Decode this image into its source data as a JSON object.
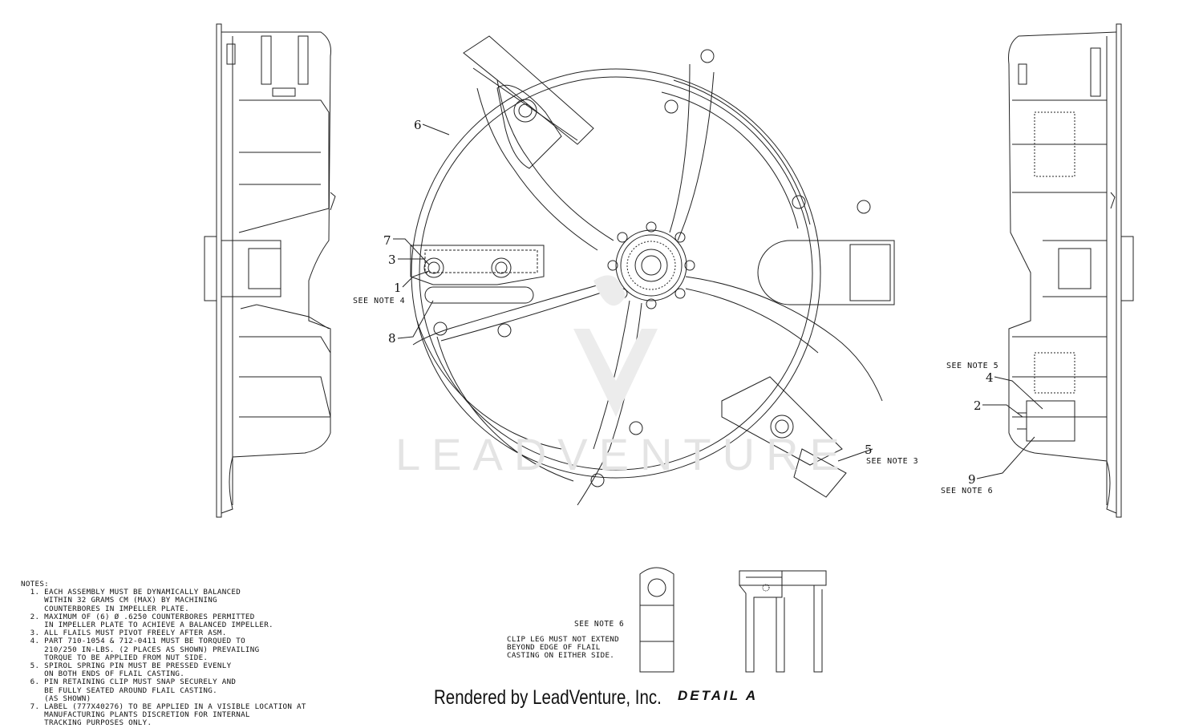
{
  "callouts": {
    "c1": "1",
    "c2": "2",
    "c3": "3",
    "c4": "4",
    "c5": "5",
    "c6": "6",
    "c7": "7",
    "c8": "8",
    "c9": "9"
  },
  "note_refs": {
    "note4": "SEE NOTE 4",
    "note3": "SEE NOTE 3",
    "note5": "SEE NOTE 5",
    "note6": "SEE NOTE 6",
    "note6_detail": "SEE NOTE 6"
  },
  "watermark": "LEADVENTURE",
  "notes": {
    "heading": "NOTES:",
    "items": [
      "  1. EACH ASSEMBLY MUST BE DYNAMICALLY BALANCED\n     WITHIN 32 GRAMS CM (MAX) BY MACHINING\n     COUNTERBORES IN IMPELLER PLATE.",
      "  2. MAXIMUM OF (6) Ø .6250 COUNTERBORES PERMITTED\n     IN IMPELLER PLATE TO ACHIEVE A BALANCED IMPELLER.",
      "  3. ALL FLAILS MUST PIVOT FREELY AFTER ASM.",
      "  4. PART 710-1054 & 712-0411 MUST BE TORQUED TO\n     210/250 IN-LBS. (2 PLACES AS SHOWN) PREVAILING\n     TORQUE TO BE APPLIED FROM NUT SIDE.",
      "  5. SPIROL SPRING PIN MUST BE PRESSED EVENLY\n     ON BOTH ENDS OF FLAIL CASTING.",
      "  6. PIN RETAINING CLIP MUST SNAP SECURELY AND\n     BE FULLY SEATED AROUND FLAIL CASTING.\n     (AS SHOWN)",
      "  7. LABEL (777X40276) TO BE APPLIED IN A VISIBLE LOCATION AT\n     MANUFACTURING PLANTS DISCRETION FOR INTERNAL\n     TRACKING PURPOSES ONLY."
    ]
  },
  "clip_note": "CLIP LEG MUST NOT EXTEND\nBEYOND EDGE OF FLAIL\nCASTING ON EITHER SIDE.",
  "footer": {
    "rendered_by": "Rendered by LeadVenture, Inc.",
    "detail_title": "DETAIL  A"
  }
}
